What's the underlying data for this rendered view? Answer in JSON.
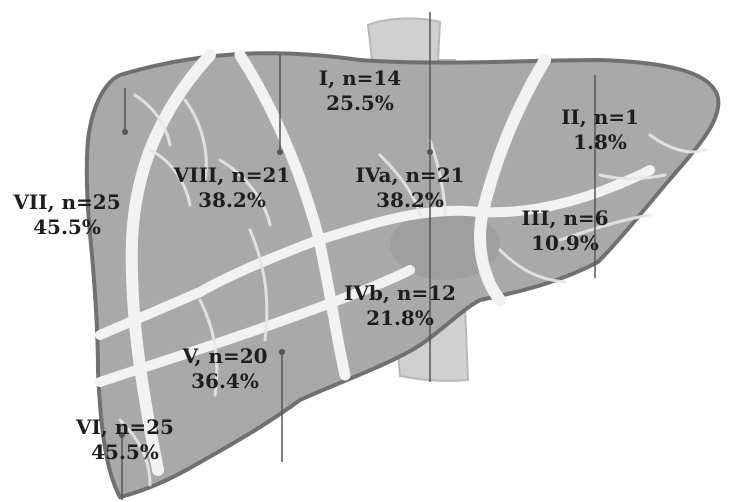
{
  "segments": [
    {
      "id": "I",
      "name": "I, n=14",
      "pct": "25.5%"
    },
    {
      "id": "II",
      "name": "II, n=1",
      "pct": "1.8%"
    },
    {
      "id": "III",
      "name": "III, n=6",
      "pct": "10.9%"
    },
    {
      "id": "IVa",
      "name": "IVa, n=21",
      "pct": "38.2%"
    },
    {
      "id": "IVb",
      "name": "IVb, n=12",
      "pct": "21.8%"
    },
    {
      "id": "V",
      "name": "V, n=20",
      "pct": "36.4%"
    },
    {
      "id": "VI",
      "name": "VI, n=25",
      "pct": "45.5%"
    },
    {
      "id": "VII",
      "name": "VII, n=25",
      "pct": "45.5%"
    },
    {
      "id": "VIII",
      "name": "VIII, n=21",
      "pct": "38.2%"
    }
  ],
  "colors": {
    "liver": "#a9a9a9",
    "liver_outline": "#707070",
    "vessels": "#f2f2f2",
    "vena_cava": "#d0d0d0",
    "text": "#1e1e1e"
  }
}
